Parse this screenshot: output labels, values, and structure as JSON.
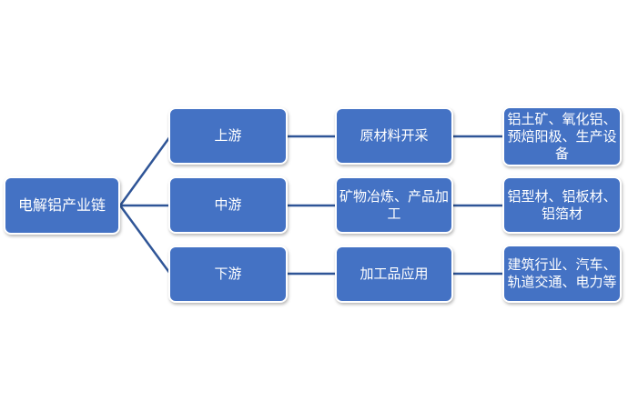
{
  "diagram": {
    "root": {
      "label": "电解铝产业链"
    },
    "rows": [
      {
        "stage": "上游",
        "activity": "原材料开采",
        "outputs": "铝土矿、氧化铝、\n预焙阳极、生产设\n备"
      },
      {
        "stage": "中游",
        "activity": "矿物冶炼、产品加\n工",
        "outputs": "铝型材、铝板材、\n铝箔材"
      },
      {
        "stage": "下游",
        "activity": "加工品应用",
        "outputs": "建筑行业、汽车、\n轨道交通、电力等"
      }
    ],
    "colors": {
      "box_fill": "#4472C4",
      "box_border": "#FFFFFF",
      "line": "#2F5597",
      "text": "#FFFFFF",
      "background": "#FFFFFF"
    }
  }
}
